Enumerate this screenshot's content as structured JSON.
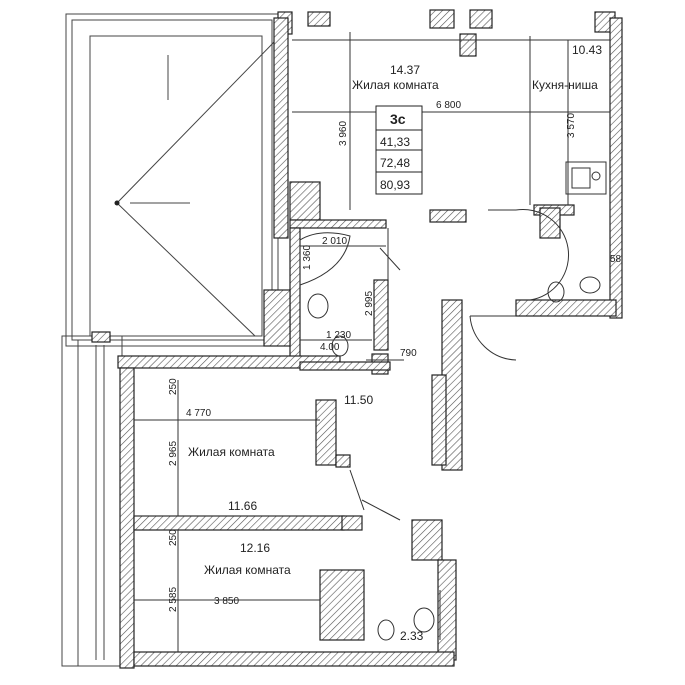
{
  "apartment": {
    "type": "3с",
    "living_area": "41,33",
    "total_area": "72,48",
    "total_with_balcony": "80,93"
  },
  "rooms": {
    "living_top_area": "14.37",
    "living_top_name": "Жилая комната",
    "kitchen_area": "10.43",
    "kitchen_name": "Кухня-ниша",
    "hall_area": "11.50",
    "living_mid_name": "Жилая комната",
    "living_mid_area": "11.66",
    "living_bot_area": "12.16",
    "living_bot_name": "Жилая комната",
    "wc_area": "2.33",
    "bath_area": "4.00"
  },
  "dimensions": {
    "d6800": "6 800",
    "d3960": "3 960",
    "d3570": "3 570",
    "d2010": "2 010",
    "d1360": "1 360",
    "d2995": "2 995",
    "d1230": "1 230",
    "d790": "790",
    "d4770": "4 770",
    "d2965": "2 965",
    "d250a": "250",
    "d250b": "250",
    "d2585": "2 585",
    "d3850": "3 850",
    "d58": "58"
  }
}
